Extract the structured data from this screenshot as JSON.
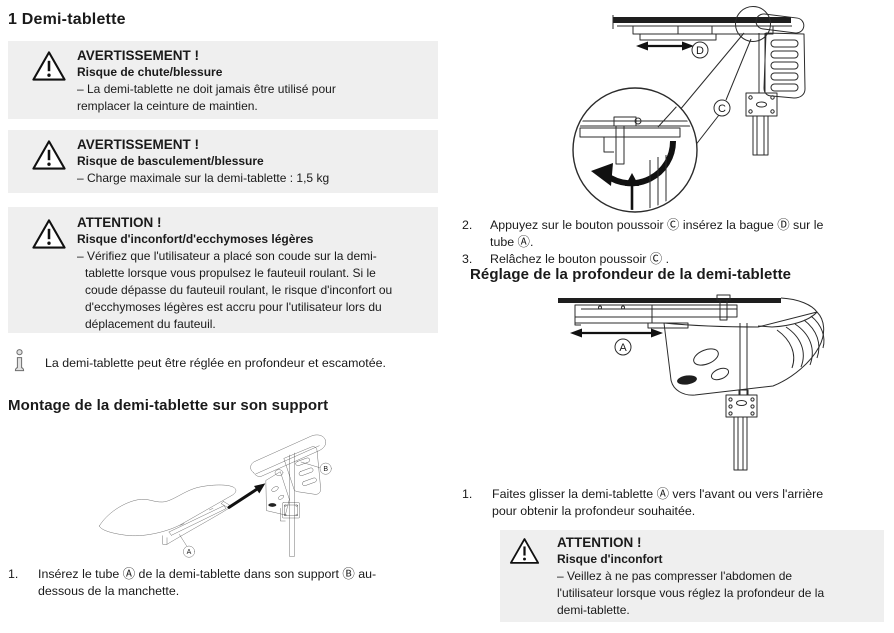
{
  "header": {
    "title": "1 Demi-tablette"
  },
  "colors": {
    "box_bg": "#efefef",
    "text": "#1a1a1a",
    "line": "#2b2b2b"
  },
  "left_column": {
    "warnings": [
      {
        "icon": "warning-triangle-icon",
        "title": "AVERTISSEMENT !",
        "subtitle": "Risque de chute/blessure",
        "body": "– La demi-tablette ne doit jamais être utilisé pour\nremplacer la ceinture de maintien."
      },
      {
        "icon": "warning-triangle-icon",
        "title": "AVERTISSEMENT !",
        "subtitle": "Risque de basculement/blessure",
        "body": "– Charge maximale sur la demi-tablette : 1,5 kg"
      },
      {
        "icon": "warning-triangle-icon",
        "title": "ATTENTION !",
        "subtitle": "Risque d'inconfort/d'ecchymoses légères",
        "body": "– Vérifiez que l'utilisateur a placé son coude sur la demi-\ntablette lorsque vous propulsez le fauteuil roulant. Si le\ncoude dépasse du fauteuil roulant, le risque d'inconfort ou\nd'ecchymoses légères est accru pour l'utilisateur lors du\ndéplacement du fauteuil."
      }
    ],
    "note": {
      "icon": "info-icon",
      "text": "La demi-tablette peut être réglée en profondeur et escamotée."
    },
    "section_heading": "Montage de la demi-tablette sur son support",
    "steps": [
      {
        "num": "1.",
        "text": "Insérez le tube Ⓐ de la demi-tablette dans son support Ⓑ au-\ndessous de la manchette."
      }
    ]
  },
  "right_column": {
    "steps_top": [
      {
        "num": "2.",
        "text": "Appuyez sur le bouton poussoir Ⓒ insérez la bague Ⓓ sur le\ntube Ⓐ."
      },
      {
        "num": "3.",
        "text": "Relâchez le bouton poussoir Ⓒ ."
      }
    ],
    "section_heading": "Réglage de la profondeur de la demi-tablette",
    "steps_bottom": [
      {
        "num": "1.",
        "text": "Faites glisser la demi-tablette Ⓐ vers l'avant ou vers l'arrière\npour obtenir la profondeur souhaitée."
      }
    ],
    "warning": {
      "icon": "warning-triangle-icon",
      "title": "ATTENTION !",
      "subtitle": "Risque d'inconfort",
      "body": "– Veillez à ne pas compresser l'abdomen de\nl'utilisateur lorsque vous réglez la profondeur de la\ndemi-tablette."
    }
  },
  "figures": {
    "montage": {
      "label_a": "A",
      "label_b": "B"
    },
    "escamotage": {
      "label_c": "C",
      "label_d": "D"
    },
    "reglage": {
      "label_a": "A"
    }
  }
}
